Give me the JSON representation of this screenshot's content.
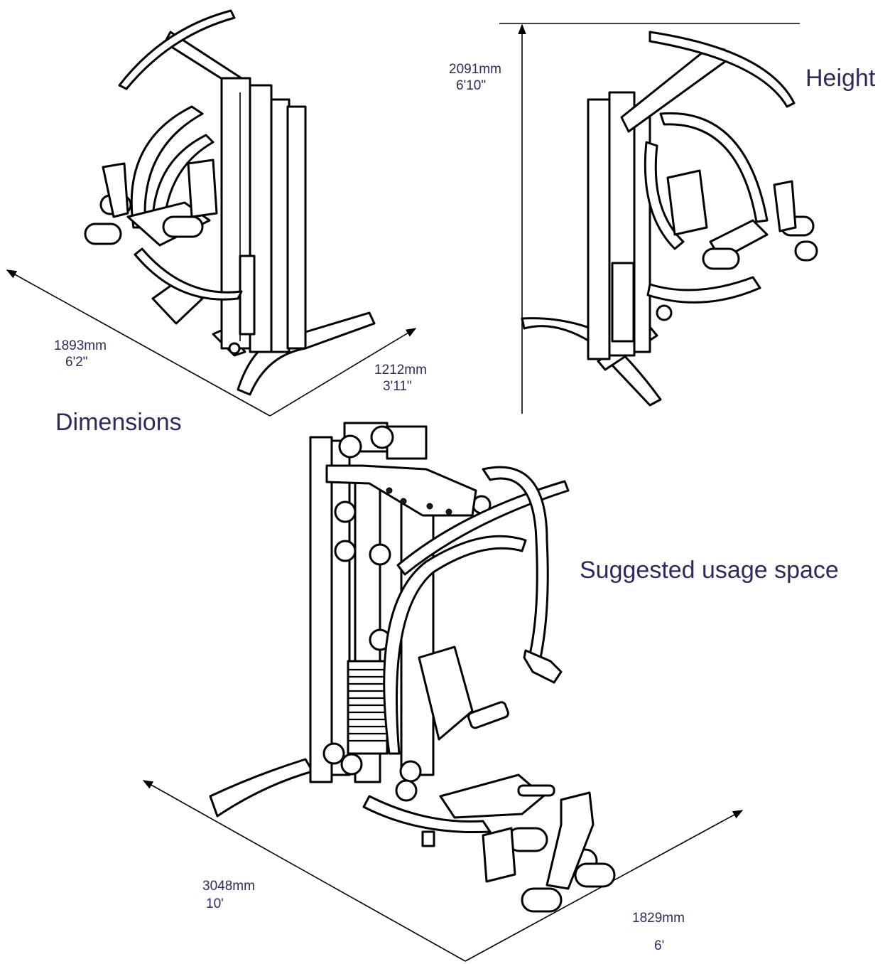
{
  "labels": {
    "dimensions_title": "Dimensions",
    "height_title": "Height",
    "usage_title": "Suggested usage space"
  },
  "measurements": {
    "footprint_length_mm": "1893mm",
    "footprint_length_ft": "6'2\"",
    "footprint_width_mm": "1212mm",
    "footprint_width_ft": "3'11\"",
    "height_mm": "2091mm",
    "height_ft": "6'10\"",
    "usage_length_mm": "3048mm",
    "usage_length_ft": "10'",
    "usage_width_mm": "1829mm",
    "usage_width_ft": "6'"
  },
  "colors": {
    "label_text": "#2b2b5e",
    "line_art": "#000000",
    "background": "#ffffff"
  }
}
